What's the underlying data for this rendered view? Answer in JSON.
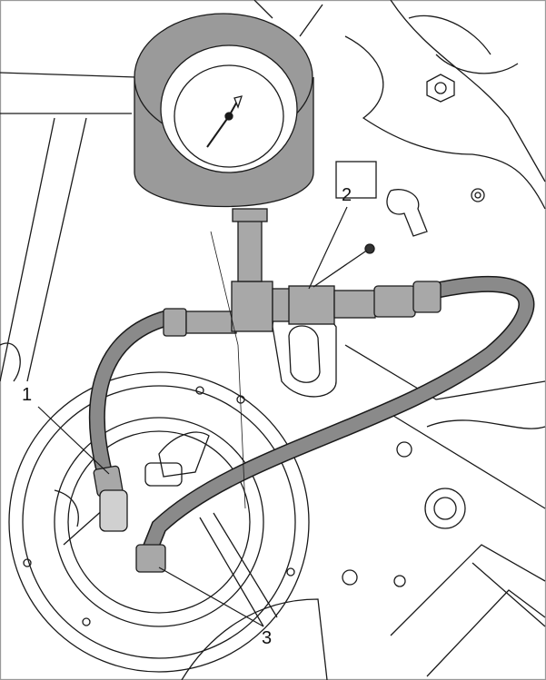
{
  "callouts": [
    {
      "id": "1",
      "text": "1"
    },
    {
      "id": "2",
      "text": "2"
    },
    {
      "id": "3",
      "text": "3"
    }
  ],
  "colors": {
    "hose": "#8a8a8a",
    "gauge_body": "#9a9a9a",
    "line": "#1a1a1a",
    "border": "#9a9a9a"
  }
}
